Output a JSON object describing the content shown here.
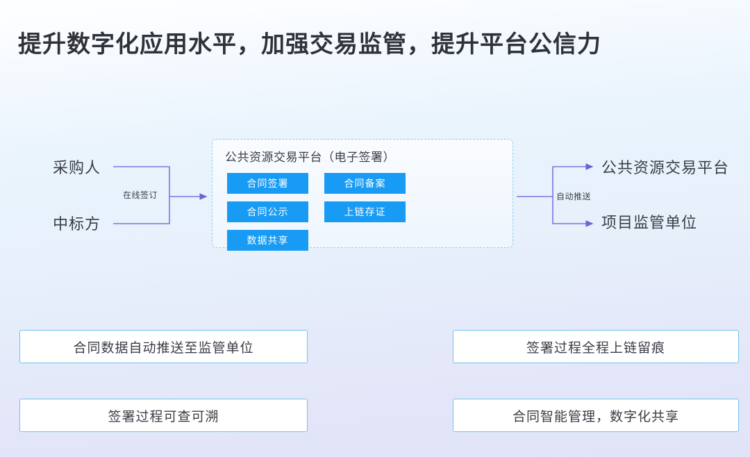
{
  "title": "提升数字化应用水平，加强交易监管，提升平台公信力",
  "colors": {
    "accent_blue": "#179bf5",
    "wire_purple": "#7a74e0",
    "box_border": "#6ec5ec",
    "panel_border": "#8ccdf2",
    "text_dark": "#3a3d45",
    "title_dark": "#2f3238"
  },
  "flow": {
    "left_nodes": [
      {
        "label": "采购人"
      },
      {
        "label": "中标方"
      }
    ],
    "left_caption": "在线签订",
    "right_caption": "自动推送",
    "right_nodes": [
      {
        "label": "公共资源交易平台"
      },
      {
        "label": "项目监管单位"
      }
    ]
  },
  "panel": {
    "title": "公共资源交易平台（电子签署）",
    "chips": [
      {
        "label": "合同签署"
      },
      {
        "label": "合同备案"
      },
      {
        "label": "合同公示"
      },
      {
        "label": "上链存证"
      },
      {
        "label": "数据共享"
      }
    ]
  },
  "benefits": [
    {
      "label": "合同数据自动推送至监管单位"
    },
    {
      "label": "签署过程全程上链留痕"
    },
    {
      "label": "签署过程可查可溯"
    },
    {
      "label": "合同智能管理，数字化共享"
    }
  ]
}
